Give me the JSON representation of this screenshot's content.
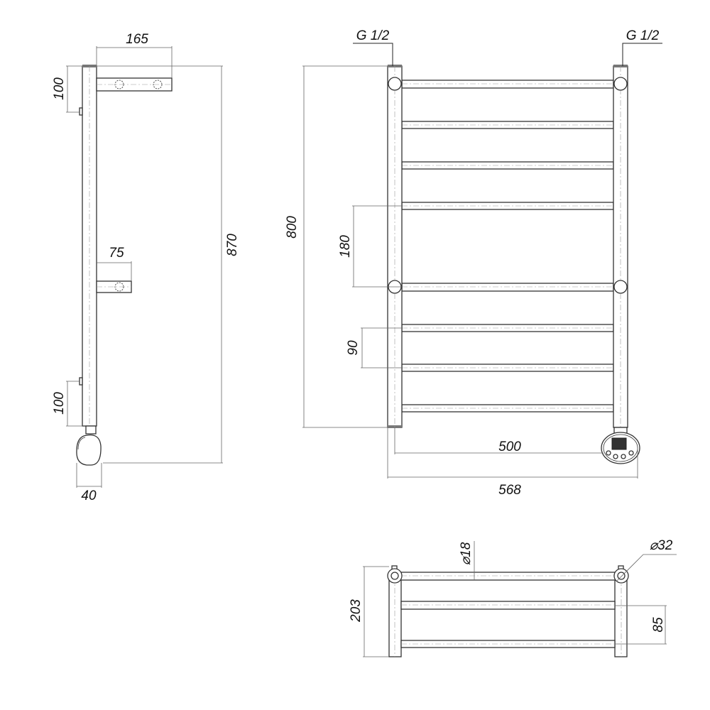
{
  "side_view": {
    "dim_bracket_depth": "165",
    "dim_top_offset": "100",
    "dim_mid_bracket": "75",
    "dim_total_height": "870",
    "dim_bottom_offset": "100",
    "dim_heater_width": "40"
  },
  "front_view": {
    "connection_left": "G 1/2",
    "connection_right": "G 1/2",
    "dim_height": "800",
    "dim_spacing_large": "180",
    "dim_spacing_small": "90",
    "dim_center_distance": "500",
    "dim_total_width": "568"
  },
  "top_view": {
    "dim_bar_diameter": "⌀18",
    "dim_tube_diameter": "⌀32",
    "dim_depth": "203",
    "dim_bar_offset": "85"
  },
  "colors": {
    "line": "#333333",
    "dimension": "#666666",
    "display": "#333333"
  }
}
